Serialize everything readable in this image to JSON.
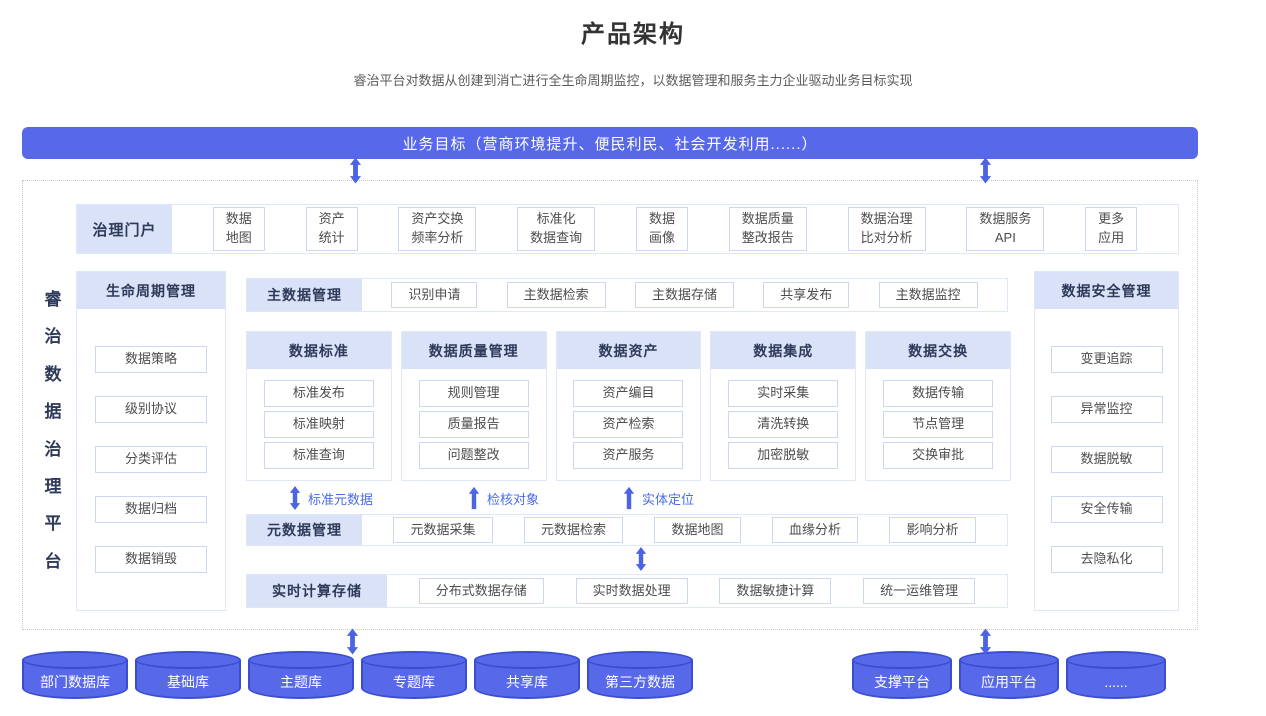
{
  "page": {
    "title": "产品架构",
    "subtitle": "睿治平台对数据从创建到消亡进行全生命周期监控，以数据管理和服务主力企业驱动业务目标实现"
  },
  "banner": {
    "label": "业务目标（营商环境提升、便民利民、社会开发利用......）"
  },
  "platform": {
    "vertical_label": "睿治数据治理平台"
  },
  "portal": {
    "label": "治理门户",
    "items": [
      "数据\n地图",
      "资产\n统计",
      "资产交换\n频率分析",
      "标准化\n数据查询",
      "数据\n画像",
      "数据质量\n整改报告",
      "数据治理\n比对分析",
      "数据服务\nAPI",
      "更多\n应用"
    ]
  },
  "lifecycle": {
    "label": "生命周期管理",
    "items": [
      "数据策略",
      "级别协议",
      "分类评估",
      "数据归档",
      "数据销毁"
    ]
  },
  "master_data": {
    "label": "主数据管理",
    "items": [
      "识别申请",
      "主数据检索",
      "主数据存储",
      "共享发布",
      "主数据监控"
    ]
  },
  "sections": [
    {
      "label": "数据标准",
      "items": [
        "标准发布",
        "标准映射",
        "标准查询"
      ]
    },
    {
      "label": "数据质量管理",
      "items": [
        "规则管理",
        "质量报告",
        "问题整改"
      ]
    },
    {
      "label": "数据资产",
      "items": [
        "资产编目",
        "资产检索",
        "资产服务"
      ]
    },
    {
      "label": "数据集成",
      "items": [
        "实时采集",
        "清洗转换",
        "加密脱敏"
      ]
    },
    {
      "label": "数据交换",
      "items": [
        "数据传输",
        "节点管理",
        "交换审批"
      ]
    }
  ],
  "flow": {
    "labels": [
      "标准元数据",
      "检核对象",
      "实体定位"
    ]
  },
  "metadata": {
    "label": "元数据管理",
    "items": [
      "元数据采集",
      "元数据检索",
      "数据地图",
      "血缘分析",
      "影响分析"
    ]
  },
  "realtime": {
    "label": "实时计算存储",
    "items": [
      "分布式数据存储",
      "实时数据处理",
      "数据敏捷计算",
      "统一运维管理"
    ]
  },
  "security": {
    "label": "数据安全管理",
    "items": [
      "变更追踪",
      "异常监控",
      "数据脱敏",
      "安全传输",
      "去隐私化"
    ]
  },
  "databases": [
    "部门数据库",
    "基础库",
    "主题库",
    "专题库",
    "共享库",
    "第三方数据"
  ],
  "platforms": [
    "支撑平台",
    "应用平台",
    "......"
  ],
  "colors": {
    "accent": "#5768e8",
    "cylinder_border": "#3a4ecf",
    "header_bg": "#dae2f8",
    "header_text": "#2e3a59",
    "arrow": "#4c63e2",
    "flow_label_text": "#4a6bea"
  }
}
